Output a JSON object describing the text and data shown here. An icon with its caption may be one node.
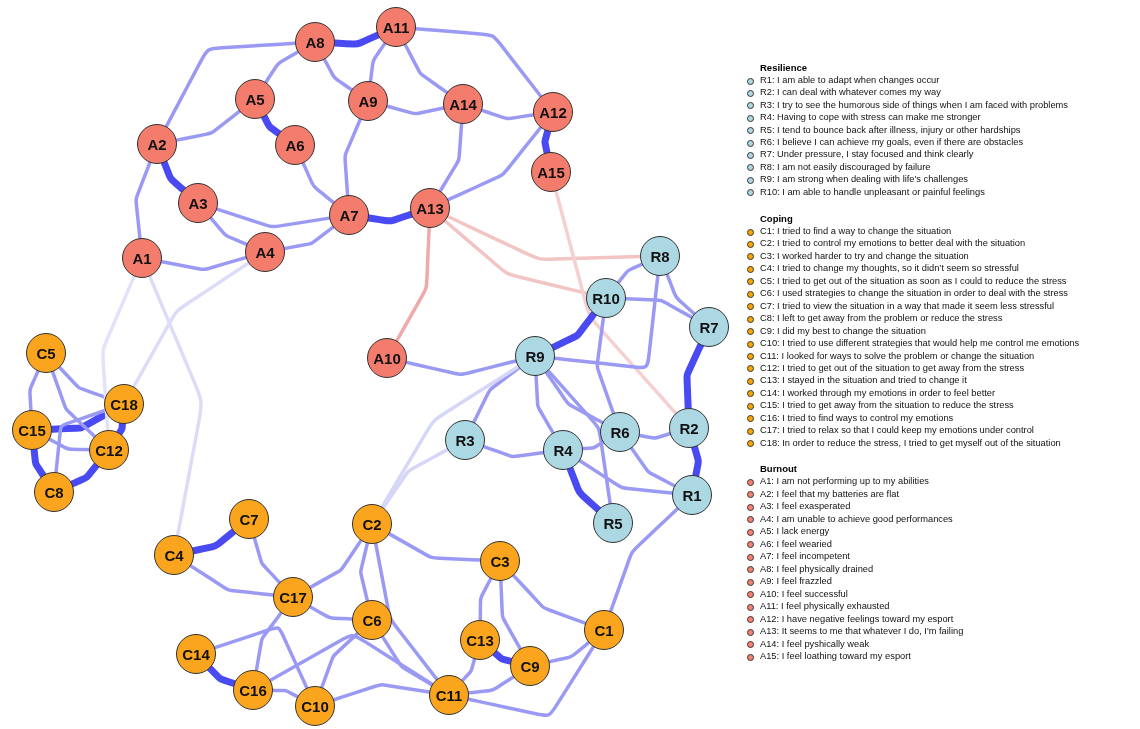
{
  "diagram": {
    "nodes": [
      {
        "text": [
          "A1"
        ]
      },
      {
        "text": [
          "A2"
        ]
      },
      {
        "text": [
          "A3"
        ]
      },
      {
        "text": [
          "A4"
        ]
      },
      {
        "text": [
          "A5"
        ]
      },
      {
        "text": [
          "A6"
        ]
      },
      {
        "text": [
          "A7"
        ]
      },
      {
        "text": [
          "A8"
        ]
      },
      {
        "text": [
          "A9"
        ]
      },
      {
        "text": [
          "A10"
        ]
      },
      {
        "text": [
          "A11"
        ]
      },
      {
        "text": [
          "A12"
        ]
      },
      {
        "text": [
          "A13"
        ]
      },
      {
        "text": [
          "A14"
        ]
      },
      {
        "text": [
          "A15"
        ]
      },
      {
        "text": [
          "R1"
        ]
      },
      {
        "text": [
          "R2"
        ]
      },
      {
        "text": [
          "R3"
        ]
      },
      {
        "text": [
          "R4"
        ]
      },
      {
        "text": [
          "R5"
        ]
      },
      {
        "text": [
          "R6"
        ]
      },
      {
        "text": [
          "R7"
        ]
      },
      {
        "text": [
          "R8"
        ]
      },
      {
        "text": [
          "R9"
        ]
      },
      {
        "text": [
          "R10"
        ]
      },
      {
        "text": [
          "C1"
        ]
      },
      {
        "text": [
          "C2"
        ]
      },
      {
        "text": [
          "C3"
        ]
      },
      {
        "text": [
          "C4"
        ]
      },
      {
        "text": [
          "C5"
        ]
      },
      {
        "text": [
          "C6"
        ]
      },
      {
        "text": [
          "C7"
        ]
      },
      {
        "text": [
          "C8"
        ]
      },
      {
        "text": [
          "C9"
        ]
      },
      {
        "text": [
          "C10"
        ]
      },
      {
        "text": [
          "C11"
        ]
      },
      {
        "text": [
          "C12"
        ]
      },
      {
        "text": [
          "C13"
        ]
      },
      {
        "text": [
          "C14"
        ]
      },
      {
        "text": [
          "C15"
        ]
      },
      {
        "text": [
          "C16"
        ]
      },
      {
        "text": [
          "C17"
        ]
      },
      {
        "text": [
          "C18"
        ]
      }
    ],
    "edges": [
      {
        "from": 7,
        "to": 10,
        "arrow": "none",
        "style": "thick"
      },
      {
        "from": 4,
        "to": 5,
        "arrow": "none",
        "style": "thick"
      },
      {
        "from": 1,
        "to": 2,
        "arrow": "none",
        "style": "thick"
      },
      {
        "from": 11,
        "to": 14,
        "arrow": "none",
        "style": "thick"
      },
      {
        "from": 7,
        "to": 8,
        "arrow": "none"
      },
      {
        "from": 7,
        "to": 4,
        "arrow": "none"
      },
      {
        "from": 10,
        "to": 13,
        "arrow": "none"
      },
      {
        "from": 10,
        "to": 8,
        "arrow": "none"
      },
      {
        "from": 8,
        "to": 6,
        "arrow": "none"
      },
      {
        "from": 8,
        "to": 13,
        "arrow": "none"
      },
      {
        "from": 5,
        "to": 6,
        "arrow": "none"
      },
      {
        "from": 6,
        "to": 12,
        "arrow": "none",
        "style": "thick"
      },
      {
        "from": 12,
        "to": 13,
        "arrow": "none"
      },
      {
        "from": 12,
        "to": 11,
        "arrow": "none"
      },
      {
        "from": 13,
        "to": 11,
        "arrow": "none"
      },
      {
        "from": 1,
        "to": 0,
        "arrow": "none"
      },
      {
        "from": 1,
        "to": 4,
        "arrow": "none"
      },
      {
        "from": 1,
        "to": 7,
        "arrow": "none"
      },
      {
        "from": 2,
        "to": 3,
        "arrow": "none"
      },
      {
        "from": 0,
        "to": 3,
        "arrow": "none"
      },
      {
        "from": 3,
        "to": 6,
        "arrow": "none"
      },
      {
        "from": 2,
        "to": 6,
        "arrow": "none"
      },
      {
        "from": 10,
        "to": 11,
        "arrow": "none"
      },
      {
        "from": 9,
        "to": 23,
        "arrow": "none"
      },
      {
        "from": 9,
        "to": 12,
        "arrow": "none",
        "color": "#eeaaaa"
      },
      {
        "from": 12,
        "to": 22,
        "arrow": "none",
        "color": "#f2c4c4"
      },
      {
        "from": 12,
        "to": 24,
        "arrow": "none",
        "color": "#f2c4c4"
      },
      {
        "from": 14,
        "to": 16,
        "arrow": "none",
        "color": "#f4d0d0"
      },
      {
        "from": 15,
        "to": 16,
        "arrow": "none",
        "style": "thick"
      },
      {
        "from": 18,
        "to": 19,
        "arrow": "none",
        "style": "thick"
      },
      {
        "from": 23,
        "to": 24,
        "arrow": "none",
        "style": "thick"
      },
      {
        "from": 22,
        "to": 24,
        "arrow": "none"
      },
      {
        "from": 22,
        "to": 21,
        "arrow": "none"
      },
      {
        "from": 21,
        "to": 16,
        "arrow": "none",
        "style": "thick"
      },
      {
        "from": 21,
        "to": 24,
        "arrow": "none"
      },
      {
        "from": 22,
        "to": 23,
        "arrow": "none"
      },
      {
        "from": 23,
        "to": 18,
        "arrow": "none"
      },
      {
        "from": 23,
        "to": 20,
        "arrow": "none"
      },
      {
        "from": 23,
        "to": 17,
        "arrow": "none"
      },
      {
        "from": 23,
        "to": 19,
        "arrow": "none"
      },
      {
        "from": 18,
        "to": 20,
        "arrow": "none"
      },
      {
        "from": 20,
        "to": 16,
        "arrow": "none"
      },
      {
        "from": 20,
        "to": 15,
        "arrow": "none"
      },
      {
        "from": 18,
        "to": 15,
        "arrow": "none"
      },
      {
        "from": 17,
        "to": 18,
        "arrow": "none"
      },
      {
        "from": 24,
        "to": 20,
        "arrow": "none"
      },
      {
        "from": 15,
        "to": 25,
        "arrow": "none"
      },
      {
        "from": 28,
        "to": 31,
        "arrow": "none",
        "style": "thick"
      },
      {
        "from": 38,
        "to": 40,
        "arrow": "none",
        "style": "thick"
      },
      {
        "from": 37,
        "to": 33,
        "arrow": "none",
        "style": "thick"
      },
      {
        "from": 36,
        "to": 42,
        "arrow": "none",
        "style": "thick"
      },
      {
        "from": 39,
        "to": 42,
        "arrow": "none",
        "style": "thick"
      },
      {
        "from": 39,
        "to": 32,
        "arrow": "none",
        "style": "thick"
      },
      {
        "from": 32,
        "to": 36,
        "arrow": "none",
        "style": "thick"
      },
      {
        "from": 39,
        "to": 36,
        "arrow": "none"
      },
      {
        "from": 29,
        "to": 42,
        "arrow": "none"
      },
      {
        "from": 29,
        "to": 39,
        "arrow": "none"
      },
      {
        "from": 29,
        "to": 36,
        "arrow": "none"
      },
      {
        "from": 32,
        "to": 42,
        "arrow": "none"
      },
      {
        "from": 31,
        "to": 41,
        "arrow": "none"
      },
      {
        "from": 28,
        "to": 41,
        "arrow": "none"
      },
      {
        "from": 41,
        "to": 40,
        "arrow": "none"
      },
      {
        "from": 41,
        "to": 30,
        "arrow": "none"
      },
      {
        "from": 41,
        "to": 26,
        "arrow": "none"
      },
      {
        "from": 26,
        "to": 27,
        "arrow": "none"
      },
      {
        "from": 27,
        "to": 25,
        "arrow": "none"
      },
      {
        "from": 27,
        "to": 37,
        "arrow": "none"
      },
      {
        "from": 26,
        "to": 30,
        "arrow": "none"
      },
      {
        "from": 26,
        "to": 35,
        "arrow": "none"
      },
      {
        "from": 30,
        "to": 35,
        "arrow": "none"
      },
      {
        "from": 35,
        "to": 37,
        "arrow": "none"
      },
      {
        "from": 35,
        "to": 33,
        "arrow": "none"
      },
      {
        "from": 33,
        "to": 25,
        "arrow": "none"
      },
      {
        "from": 35,
        "to": 34,
        "arrow": "none"
      },
      {
        "from": 34,
        "to": 40,
        "arrow": "none"
      },
      {
        "from": 40,
        "to": 35,
        "arrow": "none"
      },
      {
        "from": 38,
        "to": 34,
        "arrow": "none"
      },
      {
        "from": 30,
        "to": 34,
        "arrow": "none"
      },
      {
        "from": 35,
        "to": 25,
        "arrow": "none"
      },
      {
        "from": 27,
        "to": 33,
        "arrow": "none"
      },
      {
        "from": 17,
        "to": 26,
        "arrow": "none",
        "color": "#d6d6f8"
      },
      {
        "from": 23,
        "to": 26,
        "arrow": "none",
        "color": "#d6d6f8"
      },
      {
        "from": 0,
        "to": 28,
        "arrow": "none",
        "color": "#dcdcf8"
      },
      {
        "from": 3,
        "to": 42,
        "arrow": "none",
        "color": "#dcdcf8"
      },
      {
        "from": 0,
        "to": 36,
        "arrow": "none",
        "color": "#e2e2fa"
      }
    ],
    "labels": [
      "Resilience",
      "Coping",
      "Burnout"
    ],
    "legend": [
      {
        "text": "R1: I am able to adapt when changes occur",
        "color": "#add8e6"
      },
      {
        "text": "R2: I can deal with whatever comes my way",
        "color": "#add8e6"
      },
      {
        "text": "R3: I try to see the humorous side of things when I am faced with problems",
        "color": "#add8e6"
      },
      {
        "text": "R4: Having to cope with stress can make me stronger",
        "color": "#add8e6"
      },
      {
        "text": "R5: I tend to bounce back after illness, injury or other hardships",
        "color": "#add8e6"
      },
      {
        "text": "R6: I believe I can achieve my goals, even if there are obstacles",
        "color": "#add8e6"
      },
      {
        "text": "R7: Under pressure, I stay focused and think clearly",
        "color": "#add8e6"
      },
      {
        "text": "R8: I am not easily discouraged by failure",
        "color": "#add8e6"
      },
      {
        "text": "R9: I am strong  when dealing with life's challenges",
        "color": "#add8e6"
      },
      {
        "text": "R10: I am able to handle unpleasant or painful feelings",
        "color": "#add8e6"
      },
      {
        "text": "C1: I tried to find a way to change the situation",
        "color": "#ffa500"
      },
      {
        "text": "C2: I tried to control my emotions to better deal with the situation",
        "color": "#ffa500"
      },
      {
        "text": "C3: I worked harder to try and change the situation",
        "color": "#ffa500"
      },
      {
        "text": "C4: I tried to change my thoughts, so it didn’t seem so stressful",
        "color": "#ffa500"
      },
      {
        "text": "C5: I tried to get out of the situation as soon as I could to reduce the stress",
        "color": "#ffa500"
      },
      {
        "text": "C6: I used strategies to change the situation in order to deal with the stress",
        "color": "#ffa500"
      },
      {
        "text": "C7: I tried to view the situation in a way that made it seem less stressful",
        "color": "#ffa500"
      },
      {
        "text": "C8: I left to get away from the problem or reduce the stress",
        "color": "#ffa500"
      },
      {
        "text": "C9: I did my best to change the situation",
        "color": "#ffa500"
      },
      {
        "text": "C10: I tried to use different strategies that would help me control me emotions",
        "color": "#ffa500"
      },
      {
        "text": "C11: I looked for ways to solve the problem or change the situation",
        "color": "#ffa500"
      },
      {
        "text": "C12: I tried to get out of the situation to get away from the stress",
        "color": "#ffa500"
      },
      {
        "text": "C13: I stayed in the situation and tried to change it",
        "color": "#ffa500"
      },
      {
        "text": "C14: I worked through my emotions in order to feel better",
        "color": "#ffa500"
      },
      {
        "text": "C15: I tried to get away from the situation to reduce the stress",
        "color": "#ffa500"
      },
      {
        "text": "C16: I tried to find ways to control my emotions",
        "color": "#ffa500"
      },
      {
        "text": "C17: I tried to relax so that I could keep my emotions under control",
        "color": "#ffa500"
      },
      {
        "text": "C18: In order to reduce the stress, I tried to get myself out of the situation",
        "color": "#ffa500"
      },
      {
        "text": "A1: I am not performing up to my abilities",
        "color": "#fa8072"
      },
      {
        "text": "A2: I feel that my batteries are flat",
        "color": "#fa8072"
      },
      {
        "text": "A3: I feel exasperated",
        "color": "#fa8072"
      },
      {
        "text": "A4: I am unable to achieve good performances",
        "color": "#fa8072"
      },
      {
        "text": "A5: I lack energy",
        "color": "#fa8072"
      },
      {
        "text": "A6: I feel wearied",
        "color": "#fa8072"
      },
      {
        "text": "A7: I feel incompetent",
        "color": "#fa8072"
      },
      {
        "text": "A8: I feel physically drained",
        "color": "#fa8072"
      },
      {
        "text": "A9: I feel frazzled",
        "color": "#fa8072"
      },
      {
        "text": "A10: I feel successful",
        "color": "#fa8072"
      },
      {
        "text": "A11: I feel physically exhausted",
        "color": "#fa8072"
      },
      {
        "text": "A12: I have negative feelings toward my esport",
        "color": "#fa8072"
      },
      {
        "text": "A13: It seems to me that whatever I do, I'm failing",
        "color": "#fa8072"
      },
      {
        "text": "A14: I feel pyshically weak",
        "color": "#fa8072"
      },
      {
        "text": "A15: I feel loathing toward my esport",
        "color": "#fa8072"
      }
    ]
  }
}
